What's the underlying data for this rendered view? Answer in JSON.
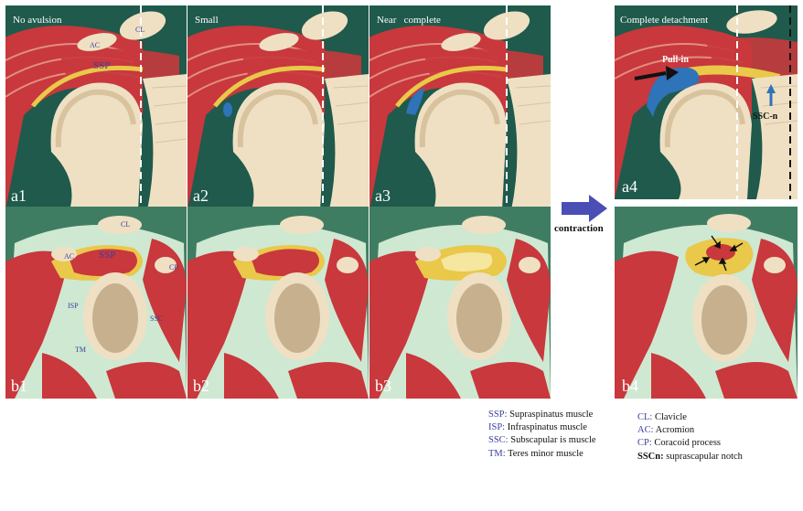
{
  "top_row": {
    "panels": [
      {
        "title": "No avulsion",
        "label": "a1"
      },
      {
        "title": "Small",
        "label": "a2"
      },
      {
        "title": "Near   complete",
        "label": "a3"
      },
      {
        "title": "Complete detachment",
        "label": "a4"
      }
    ],
    "structure_labels": {
      "cl": "CL",
      "ac": "AC",
      "ssp": "SSP"
    },
    "a4_annotations": {
      "pull_in": "Pull-in",
      "ssc_n": "SSC-n"
    }
  },
  "bottom_row": {
    "panels": [
      {
        "label": "b1"
      },
      {
        "label": "b2"
      },
      {
        "label": "b3"
      },
      {
        "label": "b4"
      }
    ],
    "structure_labels": {
      "cl": "CL",
      "ac": "AC",
      "ssp": "SSP",
      "cp": "CP",
      "isp": "ISP",
      "ssc": "SSC",
      "tm": "TM"
    }
  },
  "arrow_label": "contraction",
  "legend_left": [
    {
      "abbr": "SSP:",
      "desc": "Supraspinatus muscle",
      "bold": false
    },
    {
      "abbr": "ISP:",
      "desc": "Infraspinatus muscle",
      "bold": false
    },
    {
      "abbr": "SSC:",
      "desc": "Subscapular is muscle",
      "bold": false
    },
    {
      "abbr": "TM:",
      "desc": "Teres minor muscle",
      "bold": false
    }
  ],
  "legend_right": [
    {
      "abbr": "CL:",
      "desc": "Clavicle",
      "bold": false
    },
    {
      "abbr": "AC:",
      "desc": "Acromion",
      "bold": false
    },
    {
      "abbr": "CP:",
      "desc": "Coracoid process",
      "bold": false
    },
    {
      "abbr": "SSCn:",
      "desc": "suprascapular notch",
      "bold": true
    }
  ],
  "colors": {
    "panel_bg_top": "#1f5a4c",
    "panel_bg_bottom": "#3f7d62",
    "muscle_red": "#c8383c",
    "fat_yellow": "#e9c84a",
    "bone_cream": "#efe0c4",
    "bone_tan": "#d9c39e",
    "marrow": "#c7b08e",
    "sheath_green": "#cfe8d2",
    "avulsion_blue": "#2f73b8",
    "arrow_blue": "#4a4fb5"
  }
}
